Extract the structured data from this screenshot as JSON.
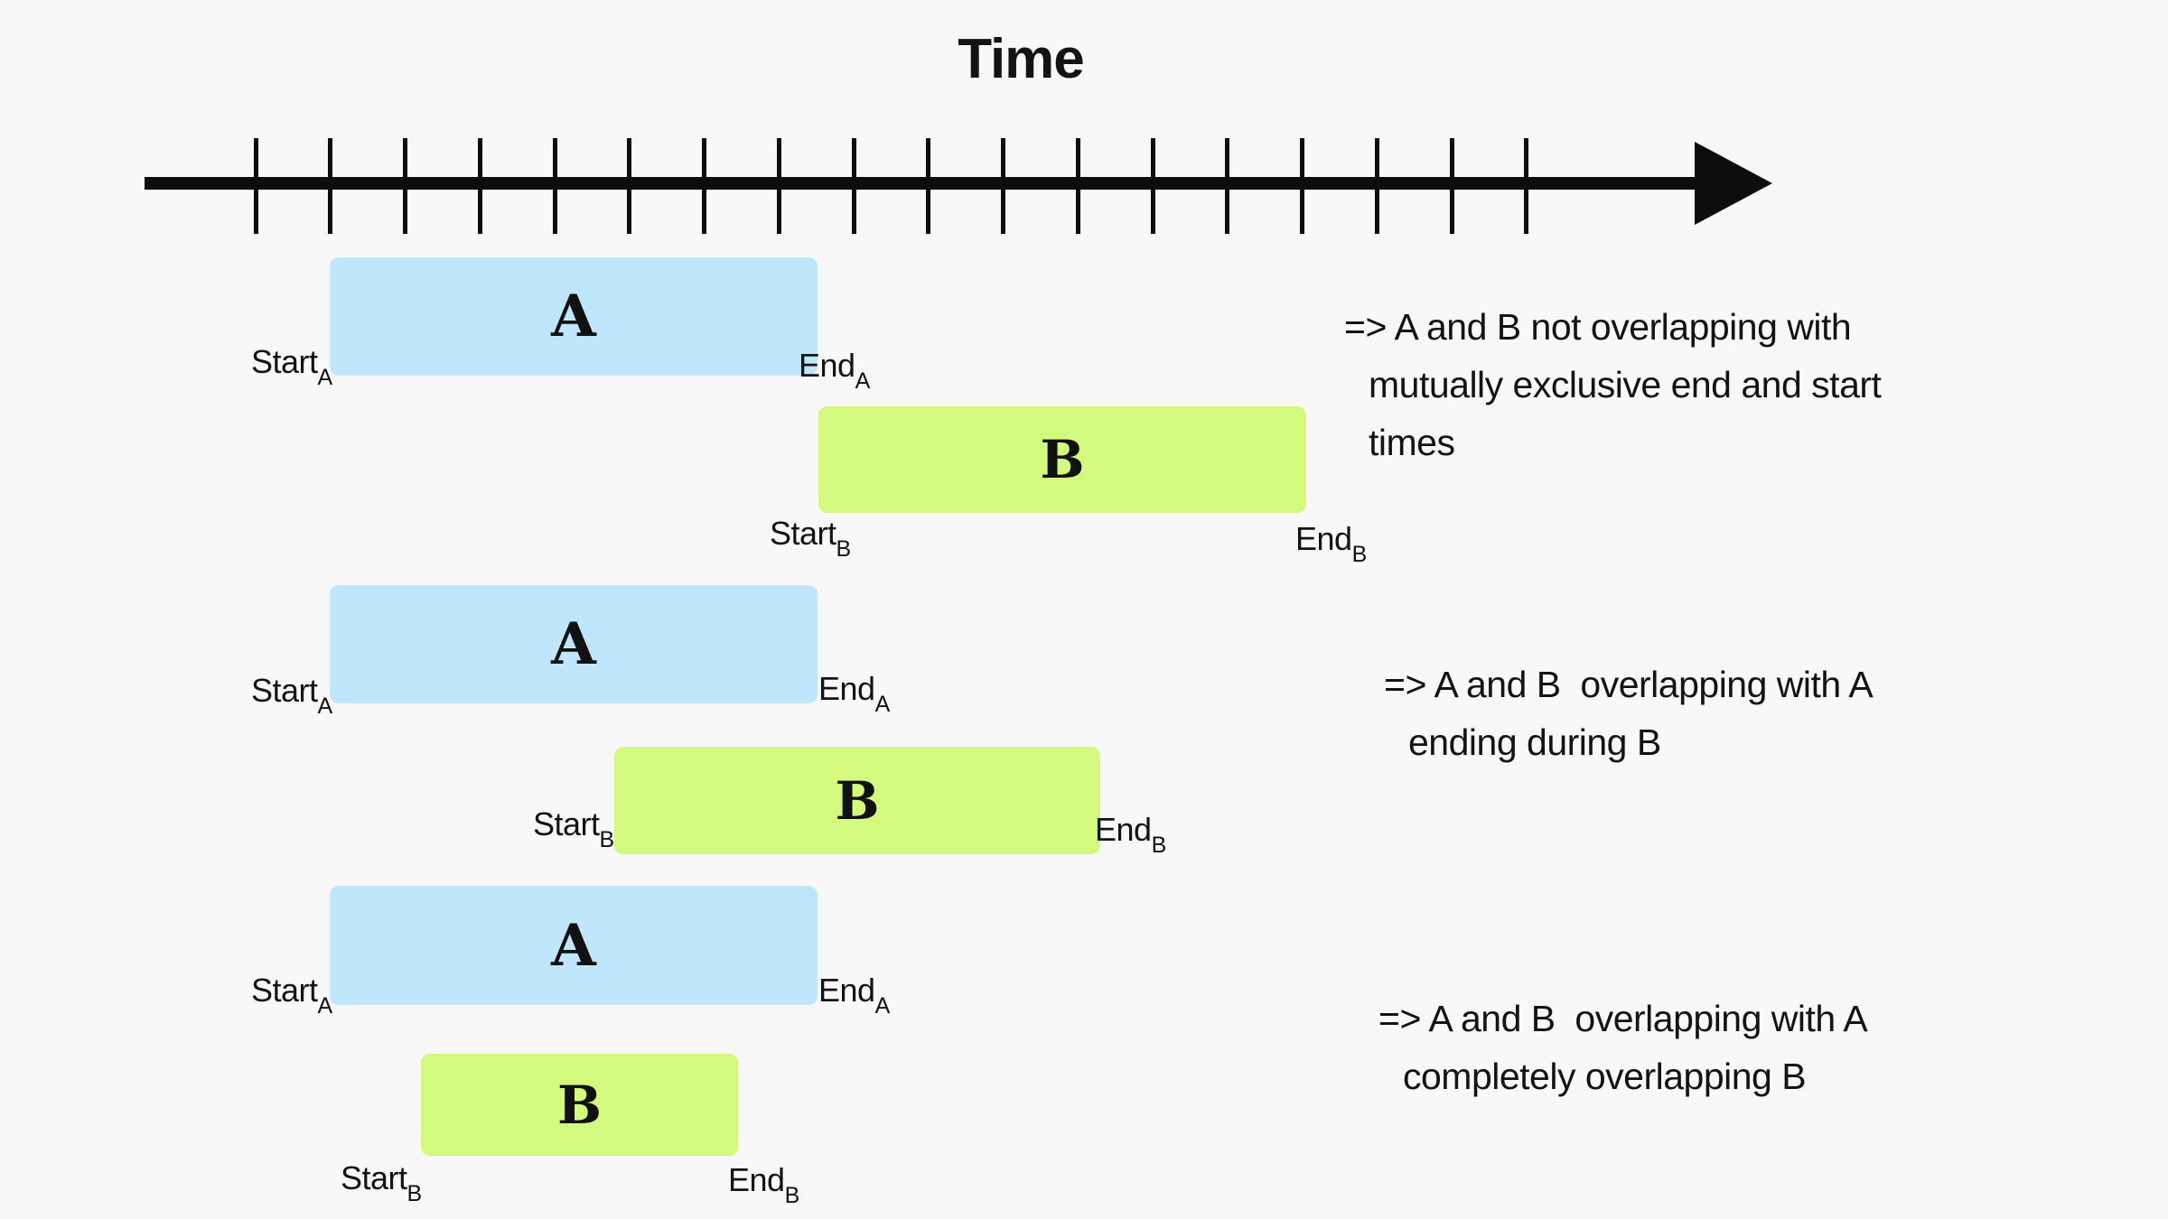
{
  "title": "Time",
  "timeline": {
    "tick_count": 18
  },
  "colors": {
    "background": "#f8f8f8",
    "axis": "#0d0d0d",
    "text": "#131313",
    "bar_a": "#bfe6fb",
    "bar_b": "#d3f97e"
  },
  "labels": {
    "start_a": {
      "base": "Start",
      "sub": "A"
    },
    "end_a": {
      "base": "End",
      "sub": "A"
    },
    "start_b": {
      "base": "Start",
      "sub": "B"
    },
    "end_b": {
      "base": "End",
      "sub": "B"
    }
  },
  "scenarios": [
    {
      "a_letter": "A",
      "b_letter": "B",
      "note_lines": [
        "=> A and B not overlapping with",
        "mutually exclusive end and start",
        "times"
      ]
    },
    {
      "a_letter": "A",
      "b_letter": "B",
      "note_lines": [
        "=> A and B  overlapping with A",
        "ending during B"
      ]
    },
    {
      "a_letter": "A",
      "b_letter": "B",
      "note_lines": [
        "=> A and B  overlapping with A",
        "completely overlapping B"
      ]
    }
  ]
}
